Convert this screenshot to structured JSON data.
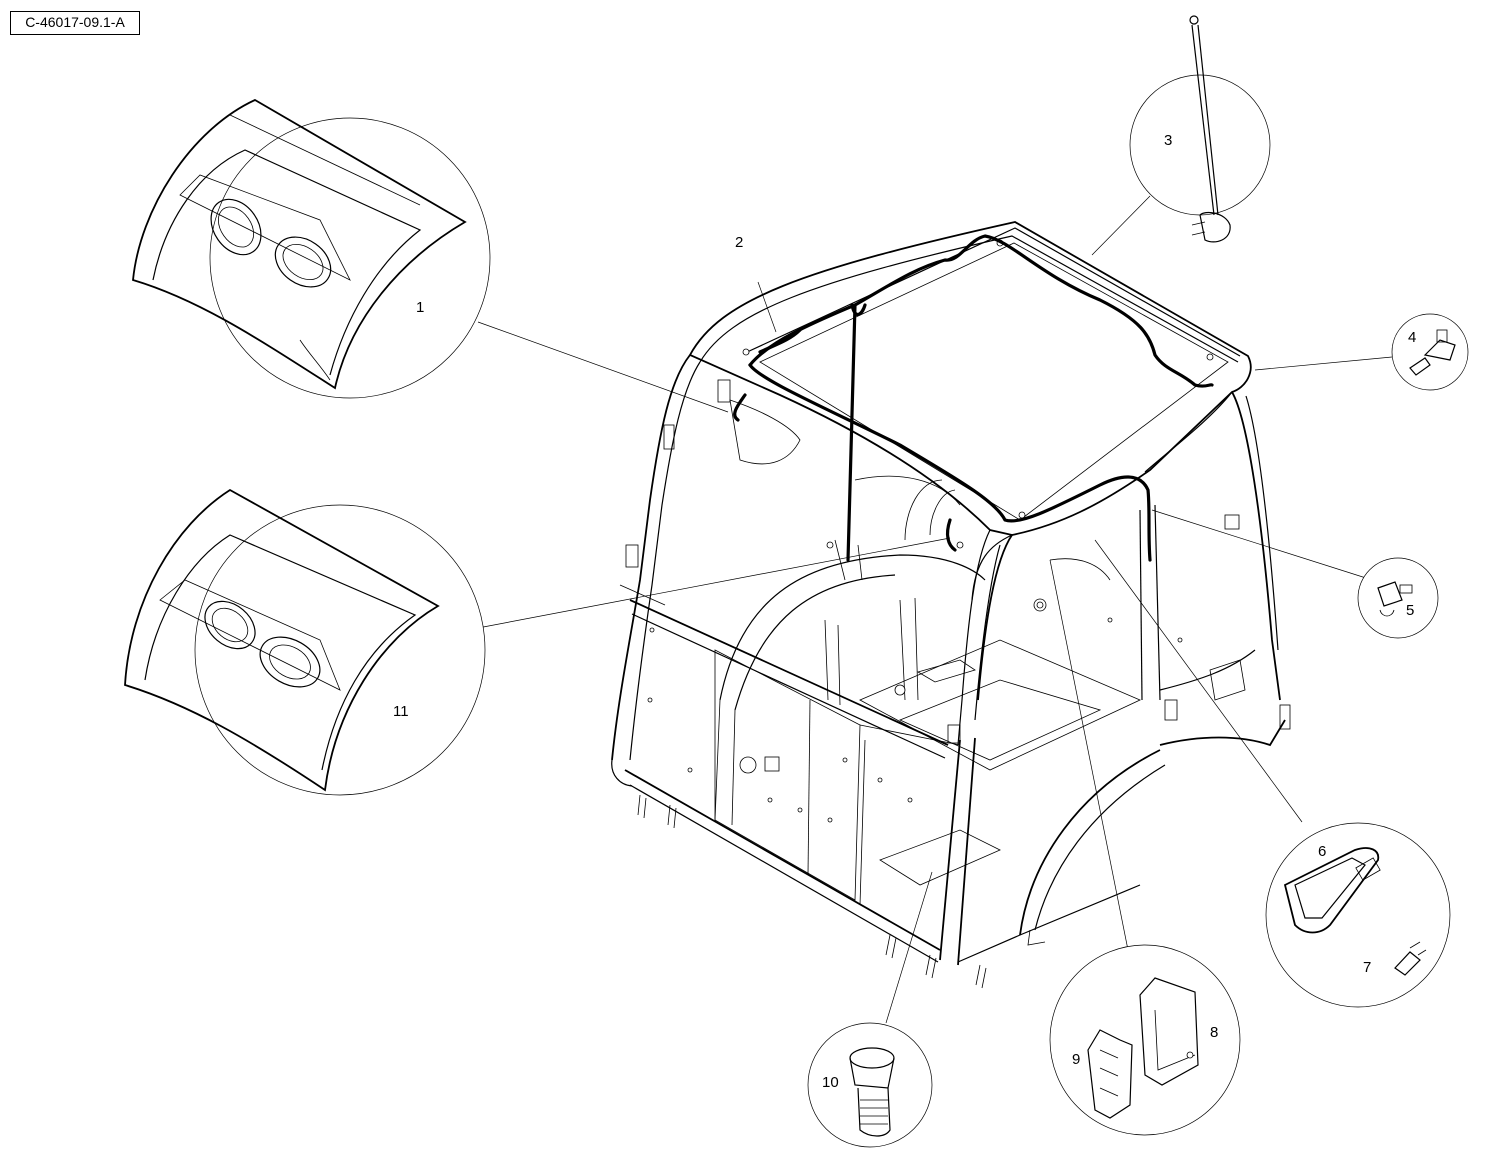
{
  "drawing": {
    "reference": "C-46017-09.1-A",
    "item_labels": {
      "i1": "1",
      "i2": "2",
      "i3": "3",
      "i4": "4",
      "i5": "5",
      "i6": "6",
      "i7": "7",
      "i8": "8",
      "i9": "9",
      "i10": "10",
      "i11": "11"
    }
  }
}
